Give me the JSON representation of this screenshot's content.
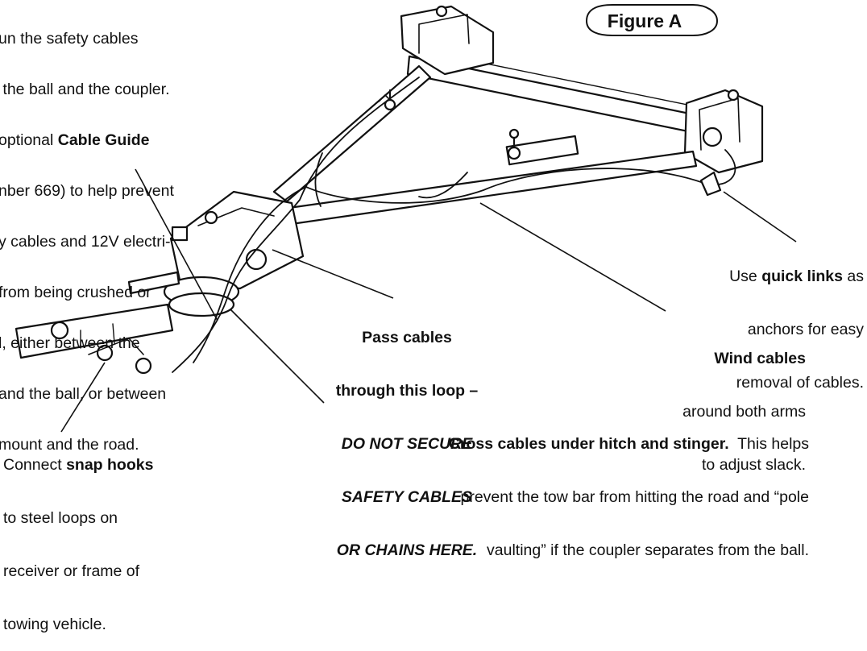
{
  "figure_label": "Figure A",
  "intro_text": {
    "lines": [
      "un the safety cables",
      " the ball and the coupler.",
      "optional ",
      "nber 669) to help prevent",
      "y cables and 12V electri-",
      "from being crushed or",
      "l, either between the",
      "and the ball, or between",
      "mount and the road."
    ],
    "bold_term": "Cable Guide"
  },
  "callouts": {
    "quick_links": {
      "pre": "Use ",
      "bold": "quick links",
      "post": " as",
      "line2": "anchors for easy",
      "line3": "removal of cables."
    },
    "pass_cables": {
      "line1": "Pass cables",
      "line2": "through this loop –",
      "line3": "DO NOT SECURE",
      "line4": "SAFETY CABLES",
      "line5": "OR CHAINS HERE."
    },
    "wind_cables": {
      "bold": "Wind cables",
      "line2": "around both arms",
      "line3": "to adjust slack."
    },
    "snap_hooks": {
      "pre": "Connect ",
      "bold": "snap hooks",
      "line2": "to steel loops on",
      "line3": "receiver or frame of",
      "line4": "towing vehicle."
    },
    "cross_cables": {
      "bold": "Cross cables under hitch and stinger.",
      "rest": "  This helps",
      "line2": "prevent the tow bar from hitting the road and “pole",
      "line3": "vaulting” if the coupler separates from the ball."
    }
  }
}
